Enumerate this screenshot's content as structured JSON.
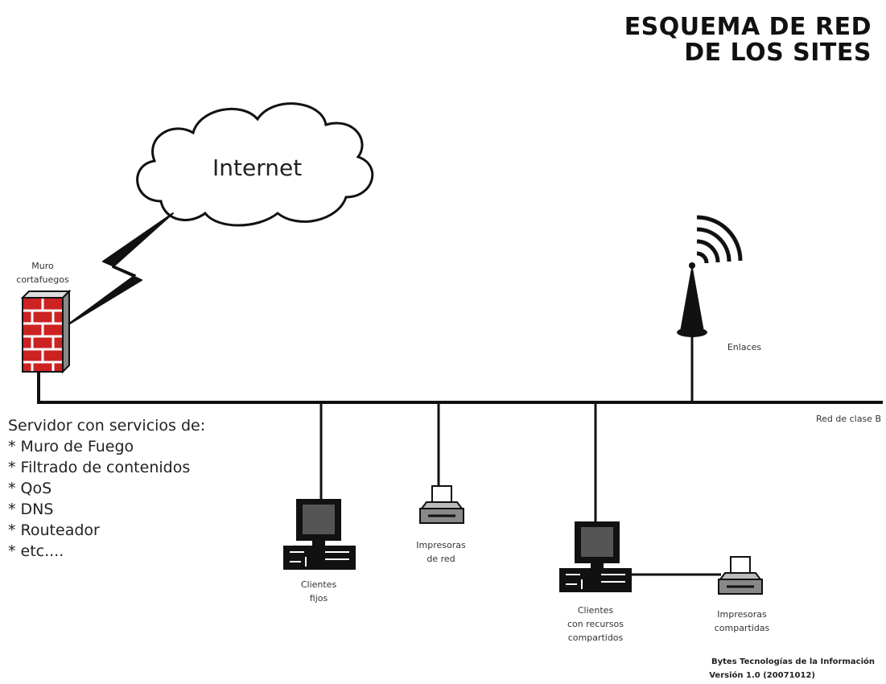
{
  "title": {
    "line1": "ESQUEMA DE RED",
    "line2": "DE LOS SITES"
  },
  "nodes": {
    "internet": "Internet",
    "firewall": [
      "Muro",
      "cortafuegos"
    ],
    "antenna": "Enlaces",
    "network": "Red de clase B",
    "fixed_clients": [
      "Clientes",
      "fijos"
    ],
    "network_printer": [
      "Impresoras",
      "de red"
    ],
    "shared_clients": [
      "Clientes",
      "con recursos",
      "compartidos"
    ],
    "shared_printer": [
      "Impresoras",
      "compartidas"
    ]
  },
  "services": {
    "heading": "Servidor con servicios de:",
    "items": [
      "* Muro de Fuego",
      "* Filtrado de contenidos",
      "* QoS",
      "* DNS",
      "* Routeador",
      "* etc...."
    ]
  },
  "footer": {
    "line1": "Bytes Tecnologías de la Información",
    "line2": "Versión 1.0 (20071012)"
  },
  "colors": {
    "firewall_brick": "#cc2222",
    "firewall_mortar": "#ffffff",
    "lines": "#111111"
  }
}
